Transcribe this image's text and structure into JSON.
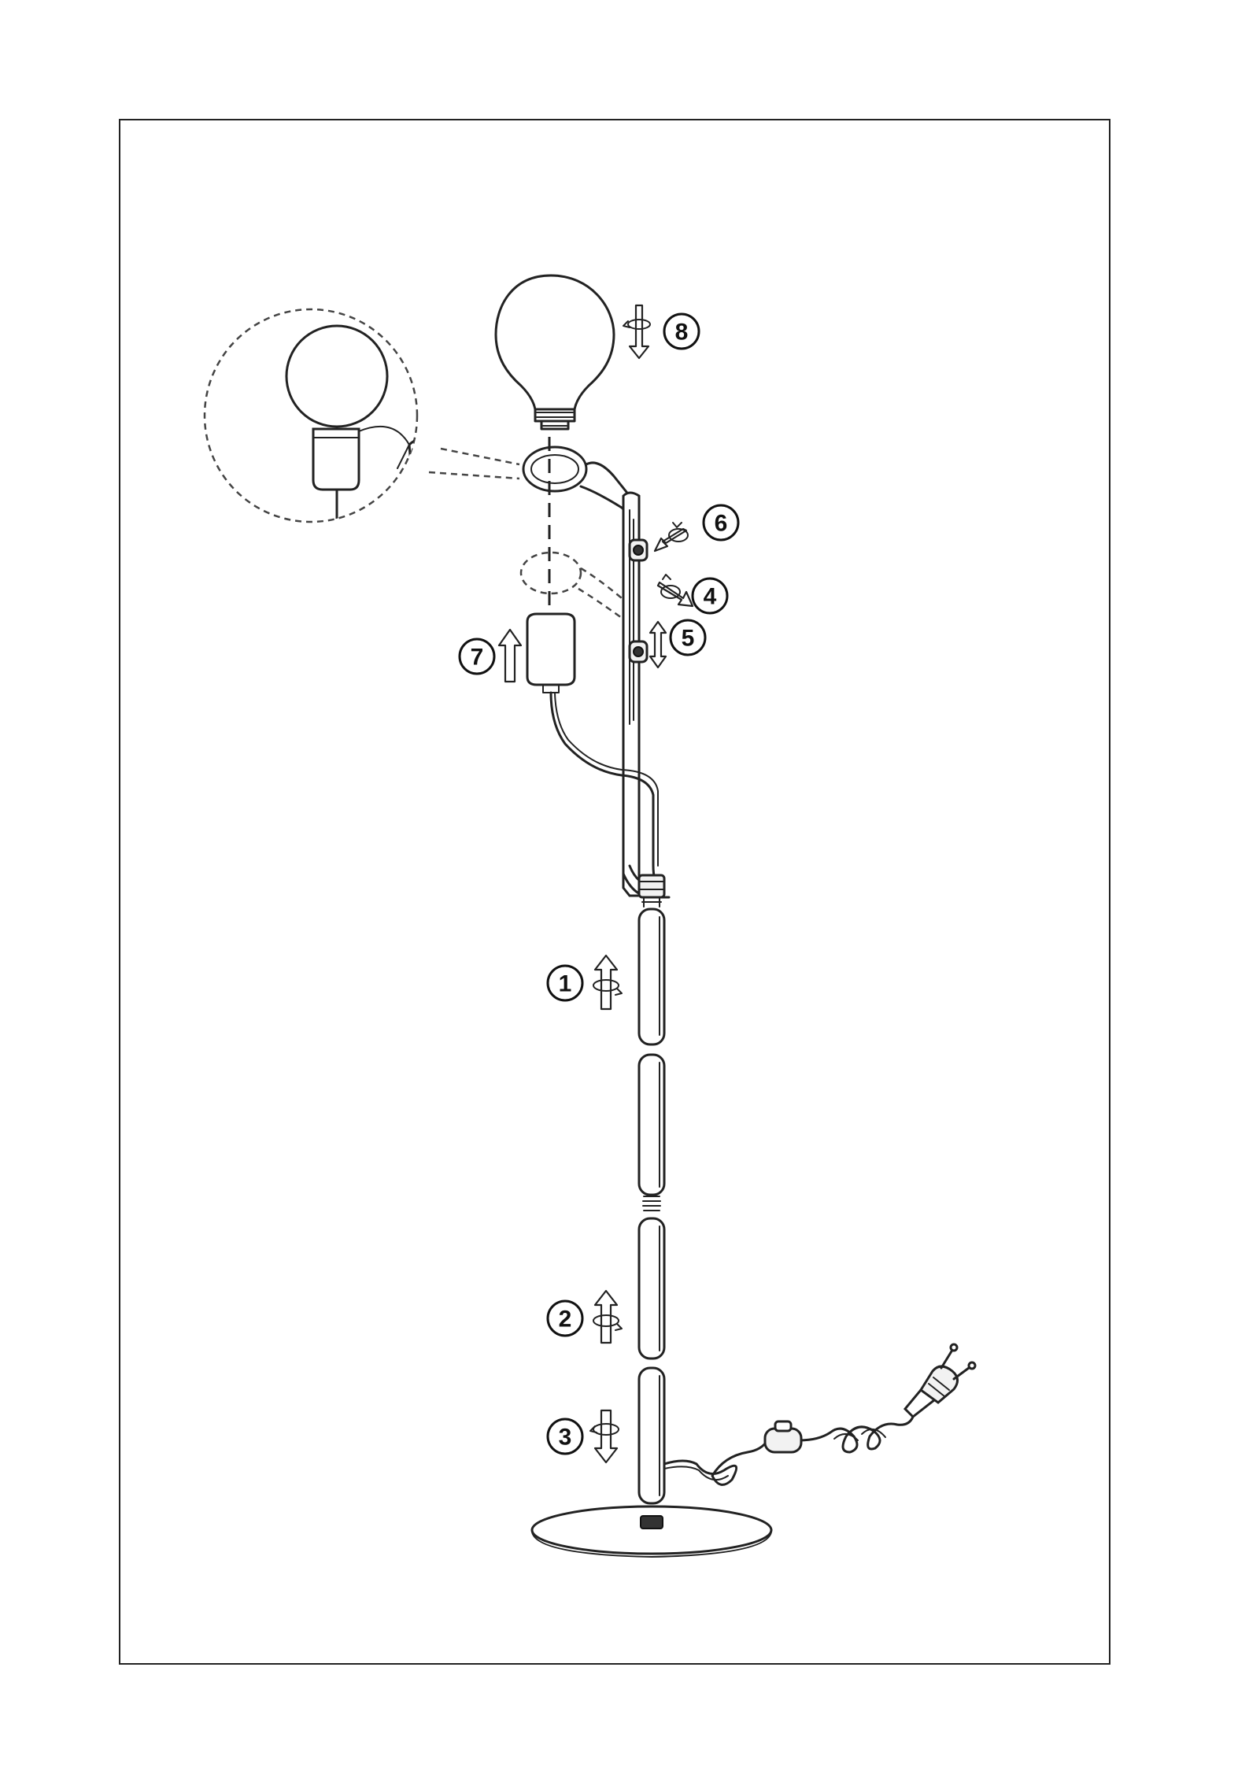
{
  "diagram": {
    "type": "floor-lamp-assembly-instructions",
    "steps": [
      {
        "label": "1",
        "action": "screw-rotate-up"
      },
      {
        "label": "2",
        "action": "screw-rotate-up"
      },
      {
        "label": "3",
        "action": "screw-rotate-down"
      },
      {
        "label": "4",
        "action": "loosen-knob"
      },
      {
        "label": "5",
        "action": "slide-up-down"
      },
      {
        "label": "6",
        "action": "tighten-knob"
      },
      {
        "label": "7",
        "action": "push-up"
      },
      {
        "label": "8",
        "action": "screw-bulb-down"
      }
    ],
    "parts": [
      "bulb",
      "ring-arm",
      "lamp-holder",
      "bracket",
      "knob",
      "cable",
      "pole-section",
      "base-plate",
      "inline-switch",
      "plug",
      "detail-inset"
    ],
    "colors": {
      "line": "#222222",
      "background": "#ffffff"
    }
  }
}
